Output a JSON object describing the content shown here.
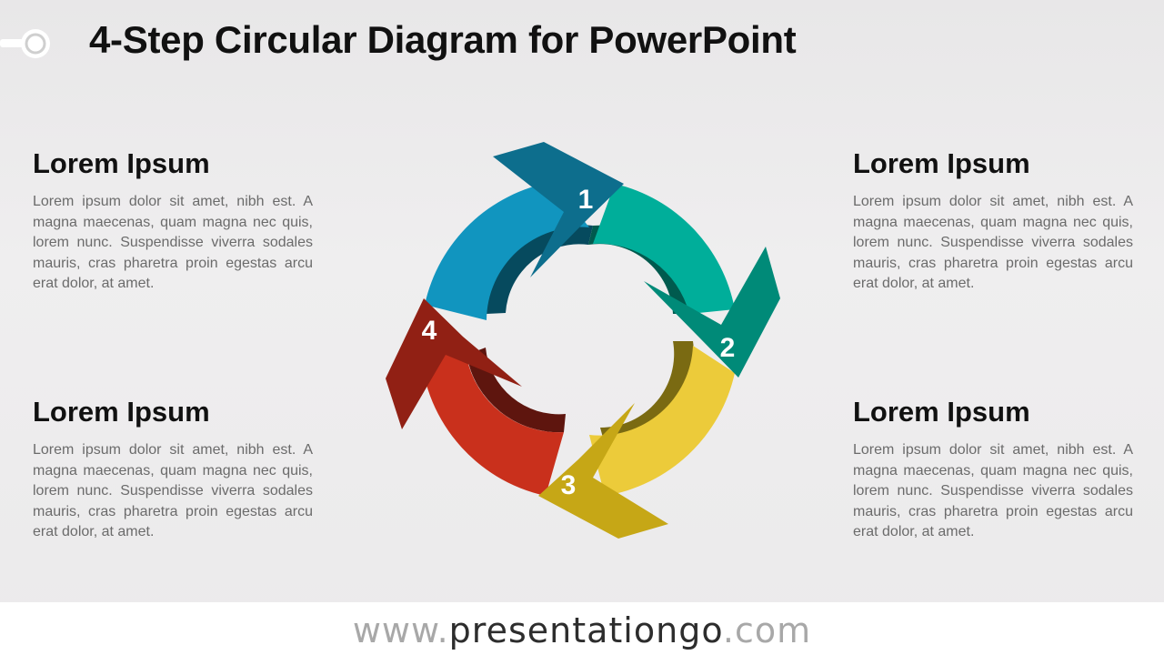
{
  "title": "4-Step Circular Diagram for PowerPoint",
  "blocks": [
    {
      "heading": "Lorem Ipsum",
      "body": "Lorem ipsum dolor sit amet, nibh est. A magna maecenas, quam magna nec quis, lorem nunc. Suspendisse viverra sodales mauris, cras pharetra proin egestas arcu erat dolor, at amet."
    },
    {
      "heading": "Lorem Ipsum",
      "body": "Lorem ipsum dolor sit amet, nibh est. A magna maecenas, quam magna nec quis, lorem nunc. Suspendisse viverra sodales mauris, cras pharetra proin egestas arcu erat dolor, at amet."
    },
    {
      "heading": "Lorem Ipsum",
      "body": "Lorem ipsum dolor sit amet, nibh est. A magna maecenas, quam magna nec quis, lorem nunc. Suspendisse viverra sodales mauris, cras pharetra proin egestas arcu erat dolor, at amet."
    },
    {
      "heading": "Lorem Ipsum",
      "body": "Lorem ipsum dolor sit amet, nibh est. A magna maecenas, quam magna nec quis, lorem nunc. Suspendisse viverra sodales mauris, cras pharetra proin egestas arcu erat dolor, at amet."
    }
  ],
  "steps": [
    {
      "number": "1",
      "color": "#1195bf",
      "arrow_color": "#0d6e8d",
      "inner_color": "#064a5e"
    },
    {
      "number": "2",
      "color": "#00ae9a",
      "arrow_color": "#008a78",
      "inner_color": "#005a4e"
    },
    {
      "number": "3",
      "color": "#eccb3a",
      "arrow_color": "#c6a716",
      "inner_color": "#7a6a12"
    },
    {
      "number": "4",
      "color": "#c9301c",
      "arrow_color": "#912014",
      "inner_color": "#5e150e"
    }
  ],
  "footer": {
    "url_prefix": "www.",
    "url_domain": "presentationgo",
    "url_suffix": ".com"
  }
}
